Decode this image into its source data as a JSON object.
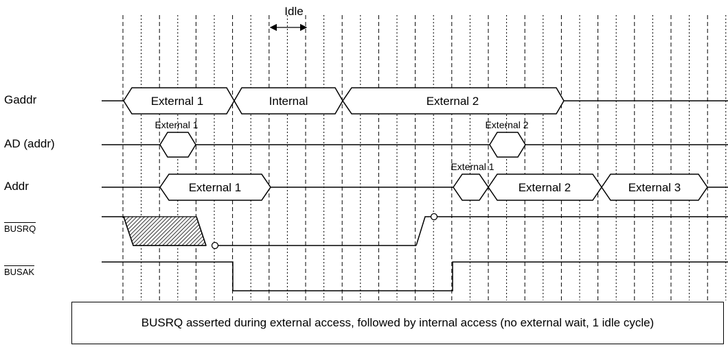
{
  "signals": {
    "gaddr": "Gaddr",
    "ad_addr": "AD (addr)",
    "addr": "Addr",
    "busrq": "BUSRQ",
    "busak": "BUSAK"
  },
  "annotations": {
    "idle": "Idle"
  },
  "segments": {
    "gaddr_external1": "External 1",
    "gaddr_internal": "Internal",
    "gaddr_external2": "External 2",
    "ad_external1": "External 1",
    "ad_external2": "External 2",
    "addr_external1": "External 1",
    "addr_short_external1": "External 1",
    "addr_external2": "External 2",
    "addr_external3": "External 3"
  },
  "caption": "BUSRQ asserted during external access, followed by internal access (no external wait, 1 idle cycle)"
}
